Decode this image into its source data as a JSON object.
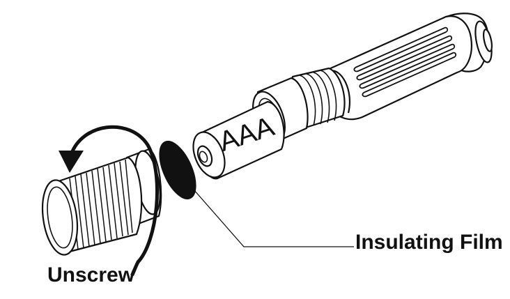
{
  "battery": {
    "label": "AAA"
  },
  "labels": {
    "insulating_film": "Insulating Film",
    "unscrew": "Unscrew"
  },
  "colors": {
    "ink": "#111111",
    "fill": "#ffffff",
    "film": "#111111"
  }
}
